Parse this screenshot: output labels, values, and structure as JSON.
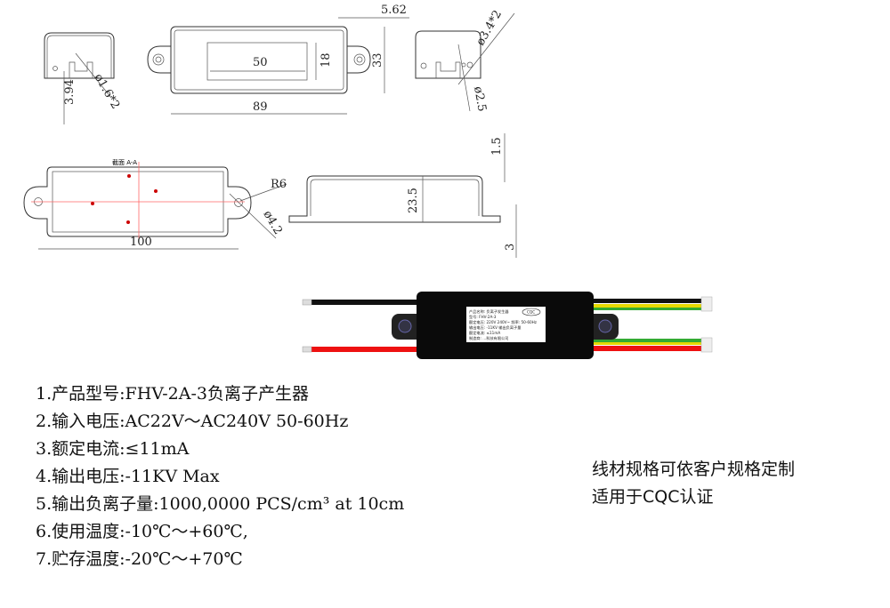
{
  "drawing": {
    "dims_top": {
      "d_3_94": "3.94",
      "d_hole_1_6": "ø1.6*2",
      "d_50": "50",
      "d_18": "18",
      "d_33": "33",
      "d_89": "89",
      "d_5_62": "5.62",
      "d_hole_3_4": "ø3.4*2",
      "d_hole_2_5": "ø2.5"
    },
    "dims_mid": {
      "section": "截面 A-A",
      "d_100": "100",
      "r6": "R6",
      "d_hole_4_2": "ø4.2",
      "d_1_5": "1.5",
      "d_23_5": "23.5",
      "d_3": "3"
    }
  },
  "product_label": {
    "lines": [
      "产品名称: 负离子发生器",
      "型号: FHV-2A-3",
      "额定电压: 220V 240V~ 频率: 50-60Hz",
      "输出电压: -11KV 输出负离子量",
      "额定电流: ≤11mA",
      "制造商: ...科技有限公司"
    ],
    "cert": "CQC"
  },
  "specs": [
    "1.产品型号:FHV-2A-3负离子产生器",
    "2.输入电压:AC22V～AC240V  50-60Hz",
    "3.额定电流:≤11mA",
    "4.输出电压:-11KV Max",
    "5.输出负离子量:1000,0000 PCS/cm³ at 10cm",
    "6.使用温度:-10℃～+60℃,",
    "7.贮存温度:-20℃～+70℃"
  ],
  "notes": [
    "线材规格可依客户规格定制",
    "适用于CQC认证"
  ],
  "colors": {
    "wire_black": "#111111",
    "wire_red": "#ee1111",
    "wire_green": "#33aa33",
    "wire_yellow": "#e6d800",
    "body": "#0a0a0a",
    "centerline": "#ff6666"
  }
}
